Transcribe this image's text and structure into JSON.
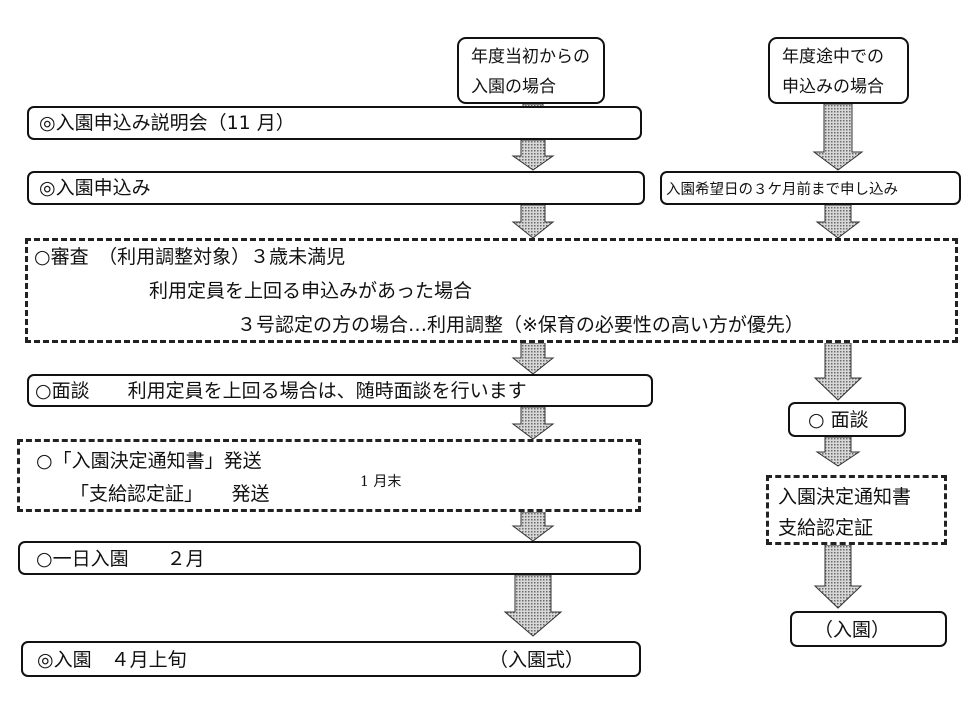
{
  "headers": {
    "start_of_year": [
      "年度当初からの",
      "入園の場合"
    ],
    "mid_year": [
      "年度途中での",
      "申込みの場合"
    ]
  },
  "left": {
    "briefing": "◎入園申込み説明会（11 月）",
    "application": "◎入園申込み",
    "screening": {
      "line1": "○審査　（利用調整対象）３歳未満児",
      "line2": "利用定員を上回る申込みがあった場合",
      "line3": "３号認定の方の場合…利用調整（※保育の必要性の高い方が優先）"
    },
    "interview": "○面談　　利用定員を上回る場合は、随時面談を行います",
    "notice": {
      "line1": "○「入園決定通知書」発送",
      "line2": "「支給認定証」　　発送",
      "note": "1 月末"
    },
    "one_day": "○一日入園　　２月",
    "admission": {
      "label": "◎入園　４月上旬",
      "ceremony": "（入園式）"
    }
  },
  "right": {
    "deadline": "入園希望日の３ケ月前まで申し込み",
    "interview": "○ 面談",
    "docs": [
      "入園決定通知書",
      "支給認定証"
    ],
    "admission": "（入園）"
  }
}
